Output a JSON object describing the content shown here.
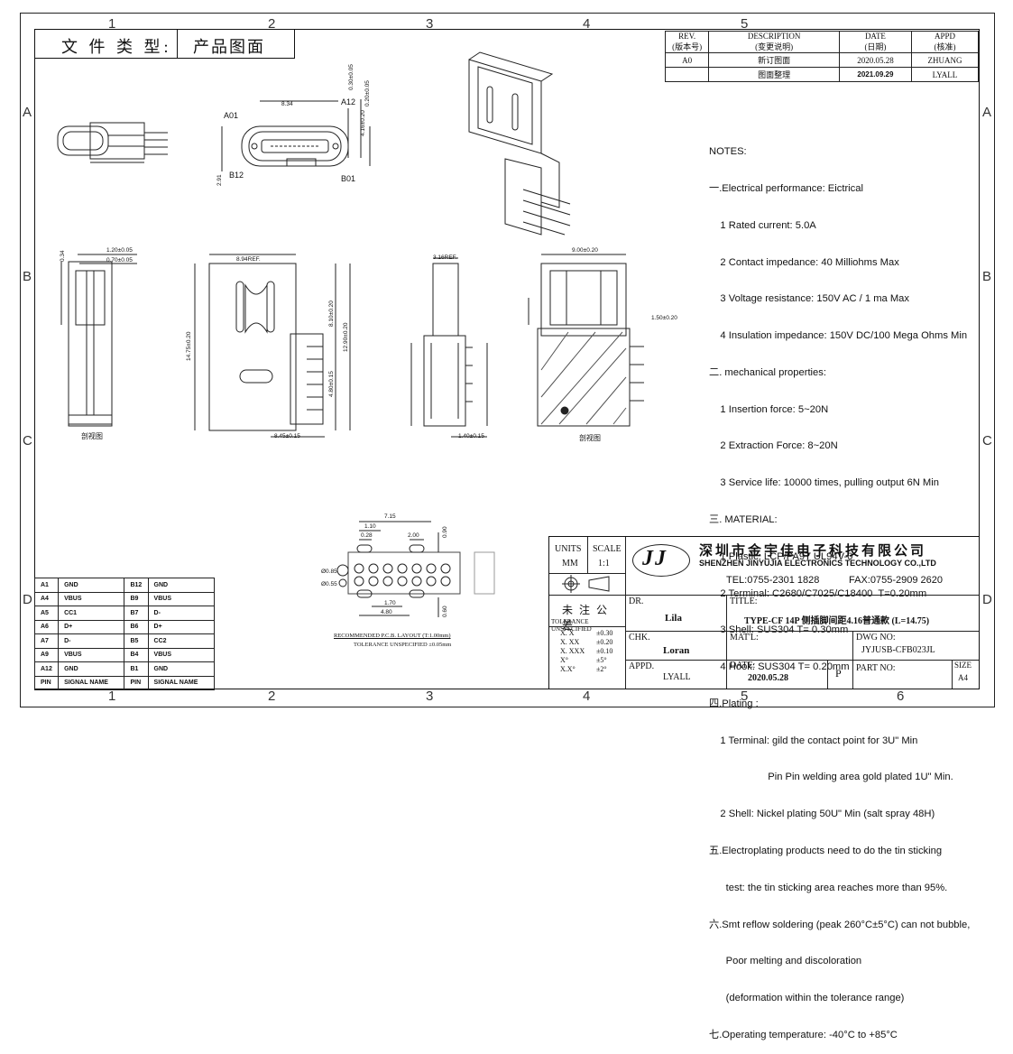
{
  "header": {
    "doc_type_label": "文 件 类 型:",
    "doc_type_value": "产品图面"
  },
  "zones": {
    "columns": [
      "1",
      "2",
      "3",
      "4",
      "5",
      "6"
    ],
    "rows": [
      "A",
      "B",
      "C",
      "D"
    ]
  },
  "revision_table": {
    "headers": [
      {
        "en": "REV.",
        "cn": "(版本号)"
      },
      {
        "en": "DESCRIPTION",
        "cn": "(变更说明)"
      },
      {
        "en": "DATE",
        "cn": "(日期)"
      },
      {
        "en": "APPD",
        "cn": "(核准)"
      }
    ],
    "rows": [
      {
        "rev": "A0",
        "desc": "新订图面",
        "date": "2020.05.28",
        "appd": "ZHUANG"
      },
      {
        "rev": "",
        "desc": "图面整理",
        "date": "2021.09.29",
        "appd": "LYALL"
      }
    ]
  },
  "notes": {
    "title": "NOTES:",
    "lines": [
      "一.Electrical performance: Eictrical",
      "    1 Rated current: 5.0A",
      "    2 Contact impedance: 40 Milliohms Max",
      "    3 Voltage resistance: 150V AC / 1 ma Max",
      "    4 Insulation impedance: 150V DC/100 Mega Ohms Min",
      "二. mechanical properties:",
      "    1 Insertion force: 5~20N",
      "    2 Extraction Force: 8~20N",
      "    3 Service life: 10000 times, pulling output 6N Min",
      "三. MATERIAL:",
      "    1 Plastic: LCP/PA9T UL94V-0",
      "    2 Terminal: C2680/C7025/C18400  T=0.20mm",
      "    3 Shell: SUS304 T= 0.30mm",
      "    4 Hook: SUS304 T= 0.20mm",
      "四.Plating :",
      "    1 Terminal: gild the contact point for 3U\" Min",
      "                     Pin Pin welding area gold plated 1U\" Min.",
      "    2 Shell: Nickel plating 50U\" Min (salt spray 48H)",
      "五.Electroplating products need to do the tin sticking",
      "      test: the tin sticking area reaches more than 95%.",
      "六.Smt reflow soldering (peak 260°C±5°C) can not bubble,",
      "      Poor melting and discoloration",
      "      (deformation within the tolerance range)",
      "七.Operating temperature: -40°C to +85°C"
    ]
  },
  "pin_table": {
    "rows": [
      [
        "A1",
        "GND",
        "B12",
        "GND"
      ],
      [
        "A4",
        "VBUS",
        "B9",
        "VBUS"
      ],
      [
        "A5",
        "CC1",
        "B7",
        "D-"
      ],
      [
        "A6",
        "D+",
        "B6",
        "D+"
      ],
      [
        "A7",
        "D-",
        "B5",
        "CC2"
      ],
      [
        "A9",
        "VBUS",
        "B4",
        "VBUS"
      ],
      [
        "A12",
        "GND",
        "B1",
        "GND"
      ],
      [
        "PIN",
        "SIGNAL NAME",
        "PIN",
        "SIGNAL NAME"
      ]
    ]
  },
  "drawing_labels": {
    "pin_a01": "A01",
    "pin_a12": "A12",
    "pin_b12": "B12",
    "pin_b01": "B01",
    "section_view_1": "剖视图",
    "section_view_2": "剖视图",
    "dim_894ref": "8.94REF.",
    "dim_316ref": "3.16REF.",
    "dim_120": "1.20±0.05",
    "dim_070": "0.70±0.05",
    "dim_900": "9.00±0.20",
    "dim_150": "1.50±0.20",
    "dim_1475": "14.75±0.20",
    "dim_810": "8.10±0.20",
    "dim_1290": "12.90±0.20",
    "dim_480": "4.80±0.15",
    "dim_845": "8.45±0.15",
    "dim_140": "1.40±0.15",
    "dim_834": "8.34",
    "dim_416": "4.16±0.20",
    "dim_291": "2.91",
    "dim_034": "0.34",
    "dim_ref_top": "0.30±0.05",
    "dim_ref_top2": "0.20±0.05",
    "pcb_715": "7.15",
    "pcb_110": "1.10",
    "pcb_028": "0.28",
    "pcb_200": "2.00",
    "pcb_090": "0.90",
    "pcb_170": "1.70",
    "pcb_480": "4.80",
    "pcb_060": "0.60",
    "pcb_085": "Ø0.85",
    "pcb_055": "Ø0.55",
    "pcb_title": "RECOMMENDED  P.C.B. LAYOUT (T:1.00mm)",
    "pcb_tol": "TOLERANCE UNSPECIFIED ±0.05mm"
  },
  "title_block": {
    "units_label": "UNITS",
    "units_value": "MM",
    "scale_label": "SCALE",
    "scale_value": "1:1",
    "company_cn": "深圳市金宇佳电子科技有限公司",
    "company_en": "SHENZHEN JINYUJIA ELECTRONICS TECHNOLOGY CO.,LTD",
    "tel": "TEL:0755-2301 1828",
    "fax": "FAX:0755-2909 2620",
    "logo_text": "JJ",
    "tolerance_cn": "未 注 公 差",
    "tolerance_en": "TOLERANCE UNSPECIFIED",
    "tolerances": [
      [
        "X. X",
        "±0.30"
      ],
      [
        "X. XX",
        "±0.20"
      ],
      [
        "X. XXX",
        "±0.10"
      ],
      [
        "X°",
        "±5°"
      ],
      [
        "X.X°",
        "±2°"
      ]
    ],
    "dr_label": "DR.",
    "dr_value": "Lila",
    "chk_label": "CHK.",
    "chk_value": "Loran",
    "appd_label": "APPD.",
    "appd_value": "LYALL",
    "title_label": "TITLE:",
    "title_value": "TYPE-CF 14P 侧插脚间距4.16普通款 (L=14.75)",
    "matl_label": "MAT'L:",
    "matl_value": "",
    "dwg_label": "DWG NO:",
    "dwg_value": "JYJUSB-CFB023JL",
    "date_label": "DATE:",
    "date_value": "2020.05.28",
    "proj_mark": "P",
    "part_label": "PART NO:",
    "size_label": "SIZE",
    "size_value": "A4"
  }
}
